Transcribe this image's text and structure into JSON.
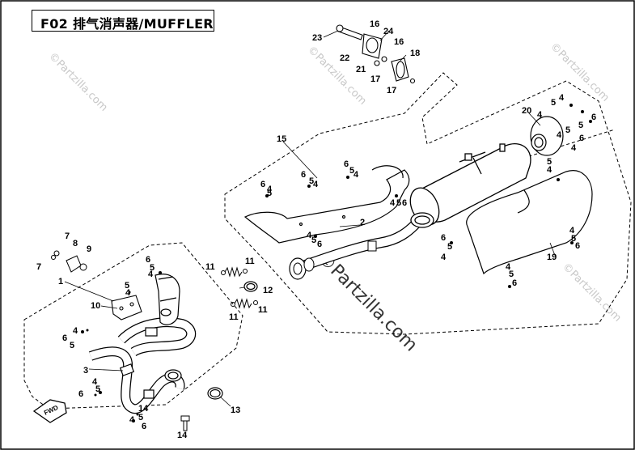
{
  "title": "F02 排气消声器/MUFFLER",
  "watermark": "©Partzilla.com",
  "fwd_label": "FWD",
  "callouts": {
    "c1": "1",
    "c2": "2",
    "c3": "3",
    "c4a": "4",
    "c4b": "4",
    "c4c": "4",
    "c4d": "4",
    "c4e": "4",
    "c4f": "4",
    "c4g": "4",
    "c4h": "4",
    "c4i": "4",
    "c4j": "4",
    "c4k": "4",
    "c4l": "4",
    "c4m": "4",
    "c4n": "4",
    "c5a": "5",
    "c5b": "5",
    "c5c": "5",
    "c5d": "5",
    "c5e": "5",
    "c5f": "5",
    "c5g": "5",
    "c5h": "5",
    "c5i": "5",
    "c5j": "5",
    "c5k": "5",
    "c5l": "5",
    "c5m": "5",
    "c5n": "5",
    "c6a": "6",
    "c6b": "6",
    "c6c": "6",
    "c6d": "6",
    "c6e": "6",
    "c6f": "6",
    "c6g": "6",
    "c6h": "6",
    "c6i": "6",
    "c6j": "6",
    "c6k": "6",
    "c6l": "6",
    "c6m": "6",
    "c7a": "7",
    "c7b": "7",
    "c8": "8",
    "c9": "9",
    "c10": "10",
    "c11a": "11",
    "c11b": "11",
    "c11c": "11",
    "c11d": "11",
    "c12": "12",
    "c13": "13",
    "c14a": "14",
    "c14b": "14",
    "c15": "15",
    "c16a": "16",
    "c16b": "16",
    "c17a": "17",
    "c17b": "17",
    "c18": "18",
    "c19": "19",
    "c20": "20",
    "c21": "21",
    "c22": "22",
    "c23": "23",
    "c24": "24"
  }
}
